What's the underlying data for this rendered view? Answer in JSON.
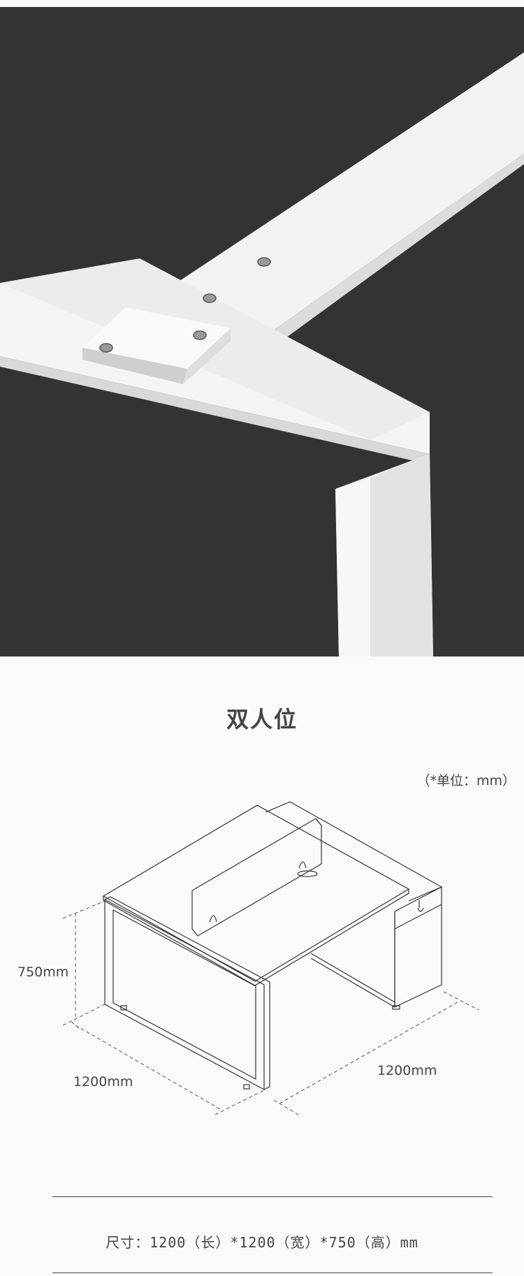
{
  "product": {
    "photo_alt": "",
    "title": "双人位",
    "unit_note": "（*单位：mm）"
  },
  "dimensions": {
    "height": "750mm",
    "width": "1200mm",
    "depth": "1200mm"
  },
  "spec": {
    "text": "尺寸：1200（长）*1200（宽）*750（高）mm"
  },
  "colors": {
    "photo_background": "#333333",
    "frame": "#f3f3f3",
    "text": "#444444"
  }
}
